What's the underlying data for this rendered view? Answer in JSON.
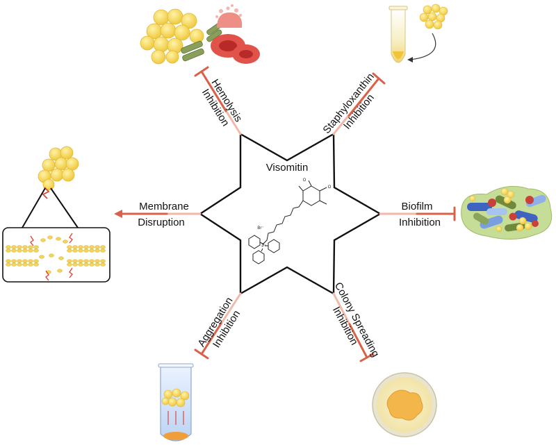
{
  "center": {
    "title": "Visomitin"
  },
  "effects": {
    "hemolysis": {
      "line1": "Hemolysis",
      "line2": "Inhibition"
    },
    "staphyloxanthin": {
      "line1": "Staphyloxanthin",
      "line2": "Inhibition"
    },
    "membrane": {
      "line1": "Membrane",
      "line2": "Disruption"
    },
    "biofilm": {
      "line1": "Biofilm",
      "line2": "Inhibition"
    },
    "aggregation": {
      "line1": "Aggregation",
      "line2": "Inhibition"
    },
    "colony": {
      "line1": "Colony Spreading",
      "line2": "Inhibition"
    }
  },
  "molecule": {
    "bromide": "Br⁻",
    "phosphorus": "P⁺",
    "oxygen1": "O",
    "oxygen2": "O"
  },
  "colors": {
    "arrow": "#d9614a",
    "arrow_light": "#f2b9a8",
    "bacteria": "#f4d860",
    "rbc": "#d9473f"
  }
}
